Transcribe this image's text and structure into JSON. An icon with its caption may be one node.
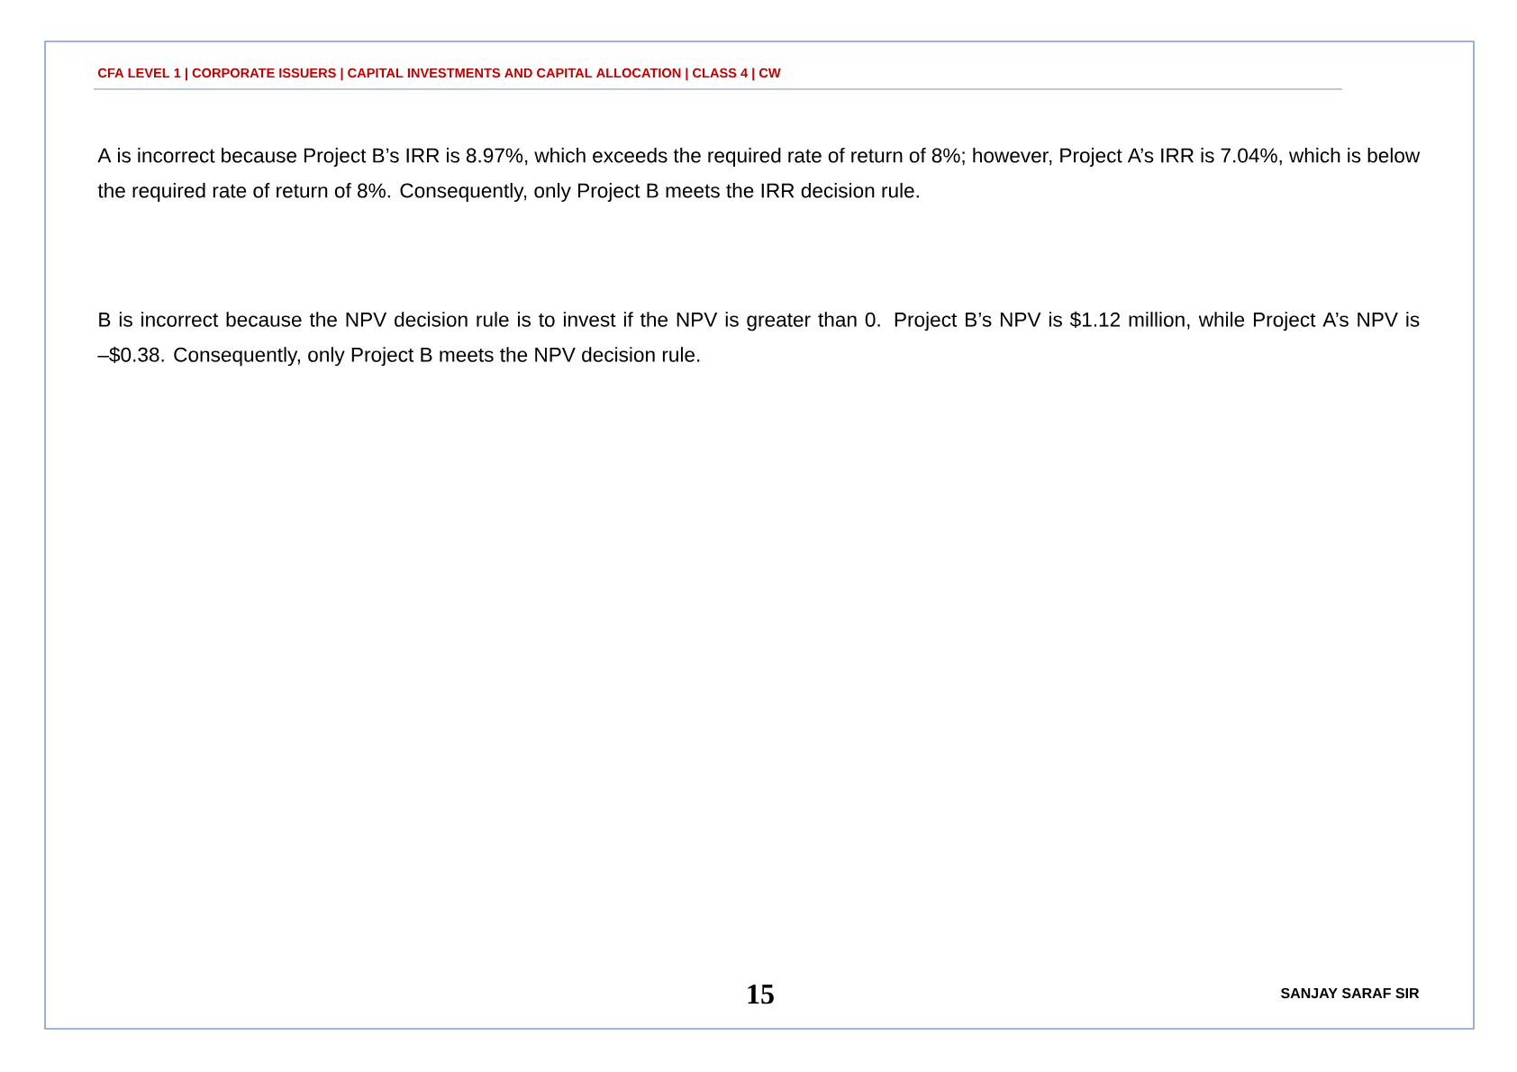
{
  "diagram": {
    "labels": [
      "CFA LEVEL 1 | CORPORATE ISSUERS | CAPITAL INVESTMENTS AND CAPITAL ALLOCATION | CLASS 4 | CW",
      "A is incorrect because Project B’s IRR is 8.97%, which exceeds the required rate of return of 8%; however, Project A’s IRR is 7.04%, which is below the required rate of return of 8%. Consequently, only Project B meets the IRR decision rule.",
      "B is incorrect because the NPV decision rule is to invest if the NPV is greater than 0. Project B’s NPV is $1.12 million, while Project A’s NPV is –$0.38. Consequently, only Project B meets the NPV decision rule.",
      "15",
      "SANJAY SARAF SIR"
    ]
  }
}
